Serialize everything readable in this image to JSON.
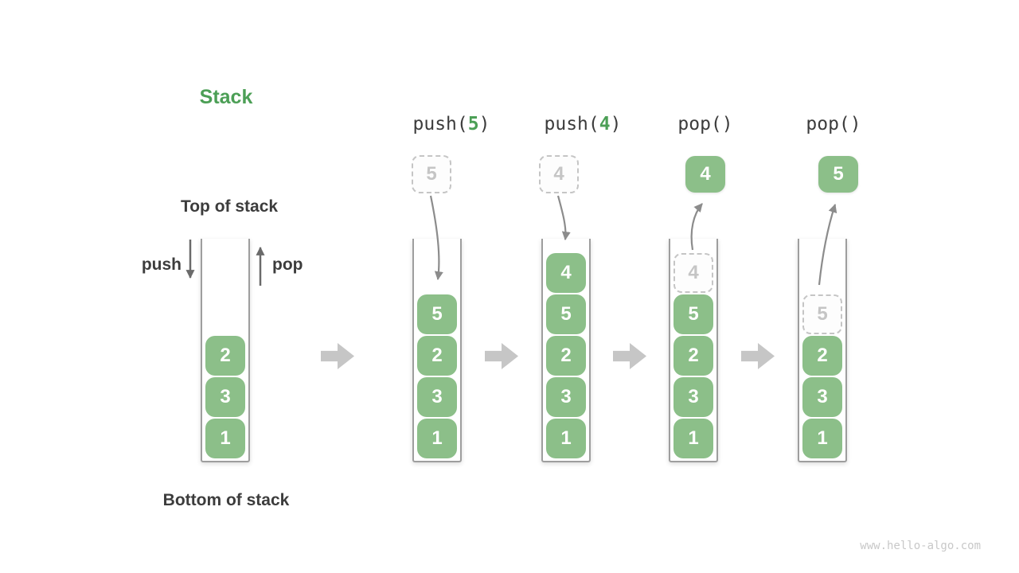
{
  "title": "Stack",
  "labels": {
    "top": "Top of stack",
    "bottom": "Bottom of stack",
    "push": "push",
    "pop": "pop"
  },
  "watermark": "www.hello-algo.com",
  "colors": {
    "item_green": "#8CBF89",
    "accent_green": "#4C9F56",
    "text_dark": "#3C3C3C",
    "arrow_gray": "#8C8C8C",
    "arrow_dark": "#6A6A6A",
    "ghost_gray": "#C5C5C5",
    "block_arrow_gray": "#C6C6C6",
    "wall_gray": "#9E9E9E",
    "watermark_gray": "#C8C8C8"
  },
  "columns": [
    {
      "name": "initial",
      "items": [
        {
          "v": "2"
        },
        {
          "v": "3"
        },
        {
          "v": "1"
        }
      ]
    },
    {
      "name": "after-push-5",
      "op": {
        "pre": "push(",
        "arg": "5",
        "post": ")"
      },
      "ghost_above": "5",
      "items": [
        {
          "v": "5"
        },
        {
          "v": "2"
        },
        {
          "v": "3"
        },
        {
          "v": "1"
        }
      ]
    },
    {
      "name": "after-push-4",
      "op": {
        "pre": "push(",
        "arg": "4",
        "post": ")"
      },
      "ghost_above": "4",
      "items": [
        {
          "v": "4"
        },
        {
          "v": "5"
        },
        {
          "v": "2"
        },
        {
          "v": "3"
        },
        {
          "v": "1"
        }
      ]
    },
    {
      "name": "after-pop-4",
      "op": {
        "pre": "pop()",
        "arg": "",
        "post": ""
      },
      "popped": "4",
      "items": [
        {
          "v": "4",
          "ghost": true
        },
        {
          "v": "5"
        },
        {
          "v": "2"
        },
        {
          "v": "3"
        },
        {
          "v": "1"
        }
      ]
    },
    {
      "name": "after-pop-5",
      "op": {
        "pre": "pop()",
        "arg": "",
        "post": ""
      },
      "popped": "5",
      "items": [
        {
          "v": "5",
          "ghost": true
        },
        {
          "v": "2"
        },
        {
          "v": "3"
        },
        {
          "v": "1"
        }
      ]
    }
  ]
}
